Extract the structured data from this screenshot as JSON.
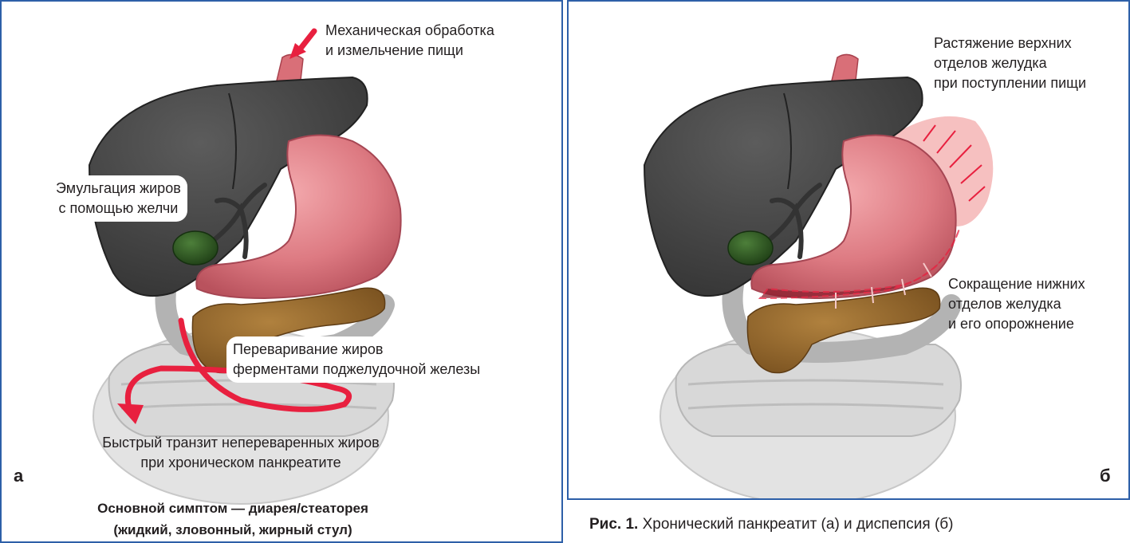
{
  "panel_a": {
    "letter": "а",
    "labels": {
      "mechanical_line1": "Механическая обработка",
      "mechanical_line2": "и измельчение пищи",
      "emulsification_line1": "Эмульгация жиров",
      "emulsification_line2": "с помощью желчи",
      "digestion_line1": "Переваривание жиров",
      "digestion_line2": "ферментами поджелудочной железы",
      "transit_line1": "Быстрый транзит непереваренных жиров",
      "transit_line2": "при хроническом панкреатите"
    },
    "symptom_line1": "Основной симптом — диарея/стеаторея",
    "symptom_line2": "(жидкий, зловонный, жирный стул)"
  },
  "panel_b": {
    "letter": "б",
    "labels": {
      "stretch_line1": "Растяжение верхних",
      "stretch_line2": "отделов желудка",
      "stretch_line3": "при поступлении пищи",
      "contraction_line1": "Сокращение нижних",
      "contraction_line2": "отделов желудка",
      "contraction_line3": "и его опорожнение"
    }
  },
  "caption": {
    "prefix": "Рис. 1.",
    "text": " Хронический панкреатит (а) и диспепсия (б)"
  },
  "colors": {
    "border": "#2d5fa8",
    "liver": "#4a4a4a",
    "stomach": "#e07f86",
    "pancreas": "#9a6a2c",
    "gallbladder": "#2f5a22",
    "arrow": "#e8203f",
    "intestine": "#c9c9c9"
  }
}
